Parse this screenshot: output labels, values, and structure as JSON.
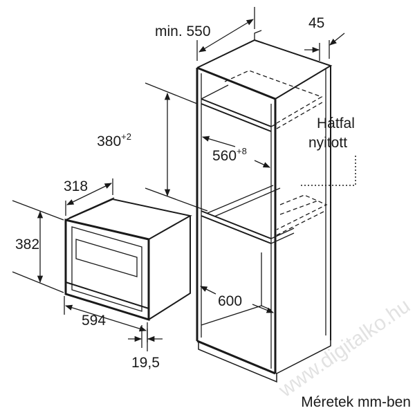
{
  "dimensions": {
    "cabinet_depth_label": "min. 550",
    "back_gap": "45",
    "niche_height_value": "380",
    "niche_height_tolerance": "+2",
    "niche_width_value": "560",
    "niche_width_tolerance": "+8",
    "cabinet_inner_width": "600",
    "appliance_depth": "318",
    "appliance_height": "382",
    "appliance_width": "594",
    "front_thickness": "19,5"
  },
  "labels": {
    "back_wall_line1": "Hátfal",
    "back_wall_line2": "nyitott",
    "units_note": "Méretek mm-ben"
  },
  "watermark": "www.digitalko.hu"
}
